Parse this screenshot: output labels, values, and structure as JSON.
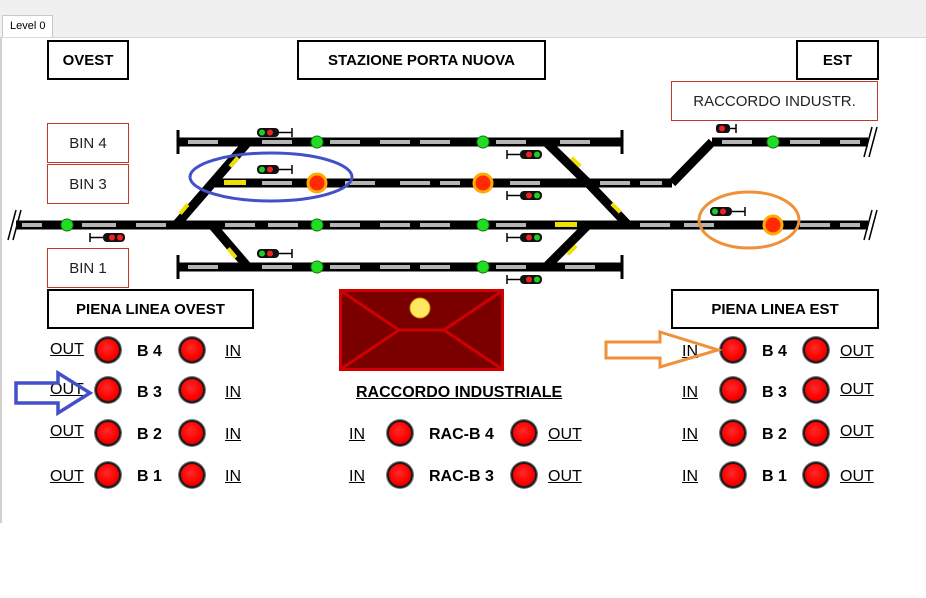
{
  "tab": {
    "label": "Level 0"
  },
  "header": {
    "west": "OVEST",
    "station": "STAZIONE PORTA NUOVA",
    "east": "EST",
    "raccordo": "RACCORDO INDUSTR."
  },
  "bins": {
    "bin4": "BIN 4",
    "bin3": "BIN 3",
    "bin1": "BIN 1"
  },
  "panels": {
    "west_title": "PIENA LINEA OVEST",
    "east_title": "PIENA LINEA EST",
    "center_title": "RACCORDO INDUSTRIALE"
  },
  "west_rows": [
    {
      "left": "OUT",
      "name": "B 4",
      "right": "IN"
    },
    {
      "left": "OUT",
      "name": "B 3",
      "right": "IN"
    },
    {
      "left": "OUT",
      "name": "B 2",
      "right": "IN"
    },
    {
      "left": "OUT",
      "name": "B 1",
      "right": "IN"
    }
  ],
  "center_rows": [
    {
      "left": "IN",
      "name": "RAC-B 4",
      "right": "OUT"
    },
    {
      "left": "IN",
      "name": "RAC-B 3",
      "right": "OUT"
    }
  ],
  "east_rows": [
    {
      "left": "IN",
      "name": "B 4",
      "right": "OUT"
    },
    {
      "left": "IN",
      "name": "B 3",
      "right": "OUT"
    },
    {
      "left": "IN",
      "name": "B 2",
      "right": "OUT"
    },
    {
      "left": "IN",
      "name": "B 1",
      "right": "OUT"
    }
  ],
  "colors": {
    "track": "#000000",
    "segment": "#b5b5b5",
    "occupied_segment": "#f0e000",
    "green_lamp": "#22dd22",
    "red_lamp": "#ff0000",
    "blue_annotation": "#4450c8",
    "orange_annotation": "#f0903a",
    "barrier": "#7a0000"
  }
}
